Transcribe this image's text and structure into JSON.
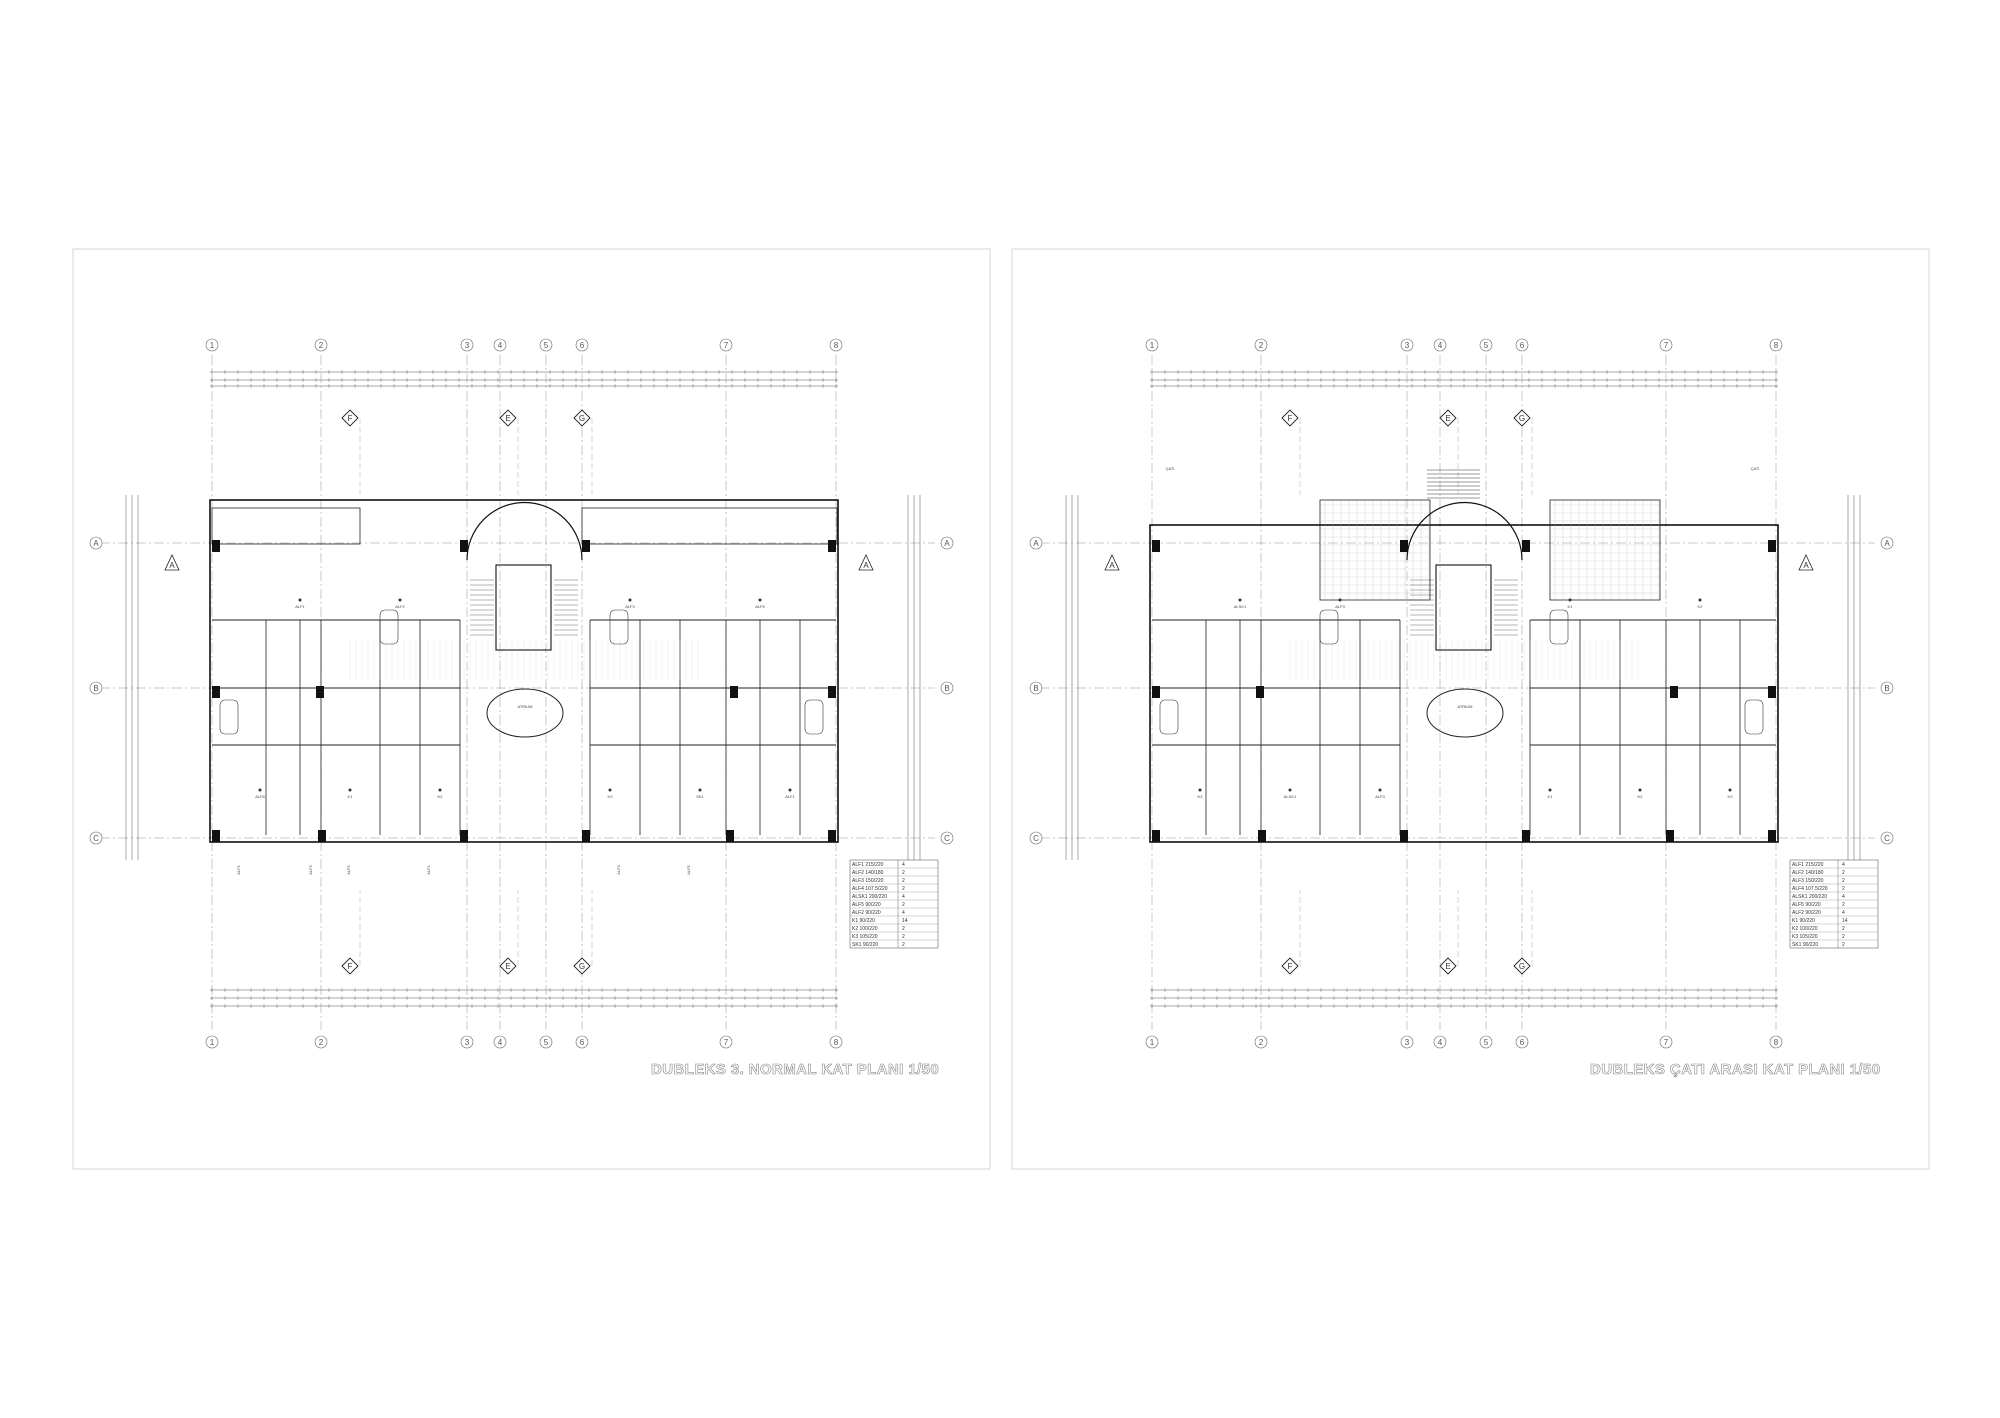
{
  "sheet": {
    "left_plan": {
      "title": "DUBLEKS 3. NORMAL KAT PLANI 1/50",
      "grid_columns": [
        "1",
        "2",
        "3",
        "4",
        "5",
        "6",
        "7",
        "8"
      ],
      "grid_rows": [
        "A",
        "B",
        "C"
      ],
      "section_marks": [
        "F",
        "E",
        "G"
      ],
      "side_marks": [
        "A",
        "A"
      ],
      "room_labels": [
        "ATRIUM",
        "ALF1",
        "ALF2",
        "ALF3",
        "ALF5",
        "ALF6",
        "K1",
        "K2",
        "K3",
        "SK1"
      ],
      "window_tags": [
        "ALF1",
        "ALF3",
        "ALF5",
        "ALF1",
        "ALF3",
        "ALF5"
      ],
      "legend": [
        {
          "code": "ALF1 215/220",
          "qty": "4"
        },
        {
          "code": "ALF2 140/180",
          "qty": "2"
        },
        {
          "code": "ALF3 150/220",
          "qty": "2"
        },
        {
          "code": "ALF4 107.5/220",
          "qty": "2"
        },
        {
          "code": "ALSK1 200/220",
          "qty": "4"
        },
        {
          "code": "ALF5 90/220",
          "qty": "2"
        },
        {
          "code": "ALF2 90/220",
          "qty": "4"
        },
        {
          "code": "K1 90/220",
          "qty": "14"
        },
        {
          "code": "K2 100/220",
          "qty": "2"
        },
        {
          "code": "K3 105/220",
          "qty": "2"
        },
        {
          "code": "SK1 90/220",
          "qty": "2"
        }
      ]
    },
    "right_plan": {
      "title": "DUBLEKS ÇATI ARASI KAT PLANI 1/50",
      "grid_columns": [
        "1",
        "2",
        "3",
        "4",
        "5",
        "6",
        "7",
        "8"
      ],
      "grid_rows": [
        "A",
        "B",
        "C"
      ],
      "section_marks": [
        "F",
        "E",
        "G"
      ],
      "side_marks": [
        "A",
        "A"
      ],
      "room_labels": [
        "ATRIUM",
        "ALSK1",
        "ALF3",
        "K1",
        "K2",
        "K3"
      ],
      "window_tags": [
        "ÇATI",
        "ÇATI"
      ],
      "legend": [
        {
          "code": "ALF1 215/220",
          "qty": "4"
        },
        {
          "code": "ALF2 140/180",
          "qty": "2"
        },
        {
          "code": "ALF3 150/220",
          "qty": "2"
        },
        {
          "code": "ALF4 107.5/220",
          "qty": "2"
        },
        {
          "code": "ALSK1 200/220",
          "qty": "4"
        },
        {
          "code": "ALF5 90/220",
          "qty": "2"
        },
        {
          "code": "ALF2 90/220",
          "qty": "4"
        },
        {
          "code": "K1 90/220",
          "qty": "14"
        },
        {
          "code": "K2 100/220",
          "qty": "2"
        },
        {
          "code": "K3 105/220",
          "qty": "2"
        },
        {
          "code": "SK1 90/220",
          "qty": "2"
        }
      ]
    }
  }
}
